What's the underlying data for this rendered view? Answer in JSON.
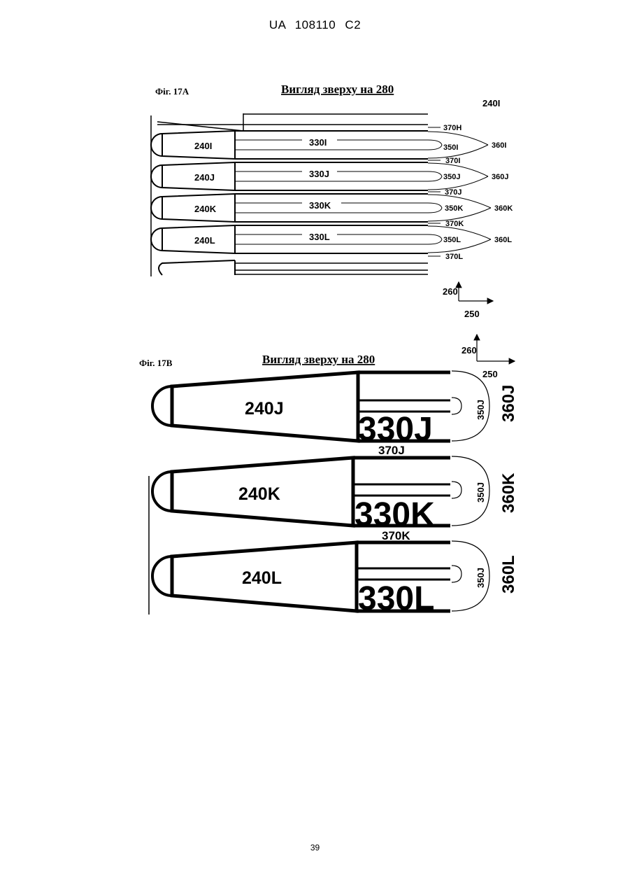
{
  "header": "UA   108110   C2",
  "page_number": "39",
  "fig_a": {
    "label": "Фіг. 17А",
    "title": "Вигляд зверху на 280",
    "corner_label": "240I",
    "blocks": [
      {
        "body": "240I",
        "channel": "330I",
        "left_top": "370H",
        "splitter": "350I",
        "group": "360I"
      },
      {
        "body": "240J",
        "channel": "330J",
        "left_top": "370I",
        "splitter": "350J",
        "group": "360J"
      },
      {
        "body": "240K",
        "channel": "330K",
        "left_top": "370J",
        "splitter": "350K",
        "group": "360K"
      },
      {
        "body": "240L",
        "channel": "330L",
        "left_top": "370K",
        "splitter": "350L",
        "group": "360L"
      }
    ],
    "bottom_ref": "370L",
    "axis_y": "260",
    "axis_x": "250"
  },
  "fig_b": {
    "label": "Фіг. 17В",
    "title": "Вигляд зверху на 280",
    "axis_y": "260",
    "axis_x": "250",
    "blocks": [
      {
        "body": "240J",
        "channel": "330J",
        "splitter": "350J",
        "group": "360J",
        "gap": "370J"
      },
      {
        "body": "240K",
        "channel": "330K",
        "splitter": "350J",
        "group": "360K",
        "gap": "370K"
      },
      {
        "body": "240L",
        "channel": "330L",
        "splitter": "350J",
        "group": "360L"
      }
    ]
  }
}
